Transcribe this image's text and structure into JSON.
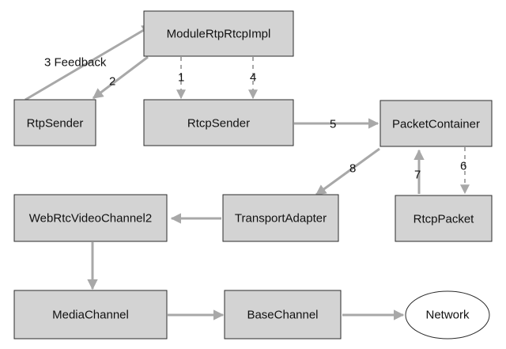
{
  "diagram": {
    "nodes": {
      "module_rtp_rtcp_impl": "ModuleRtpRtcpImpl",
      "rtp_sender": "RtpSender",
      "rtcp_sender": "RtcpSender",
      "packet_container": "PacketContainer",
      "webrtc_video_channel2": "WebRtcVideoChannel2",
      "transport_adapter": "TransportAdapter",
      "rtcp_packet": "RtcpPacket",
      "media_channel": "MediaChannel",
      "base_channel": "BaseChannel",
      "network": "Network"
    },
    "edge_labels": {
      "feedback": "3 Feedback",
      "step_1": "1",
      "step_2": "2",
      "step_4": "4",
      "step_5": "5",
      "step_6": "6",
      "step_7": "7",
      "step_8": "8"
    },
    "colors": {
      "node_fill": "#d3d3d3",
      "node_stroke": "#2b2b2b",
      "arrow": "#a8a8a8",
      "network_fill": "#ffffff"
    }
  }
}
